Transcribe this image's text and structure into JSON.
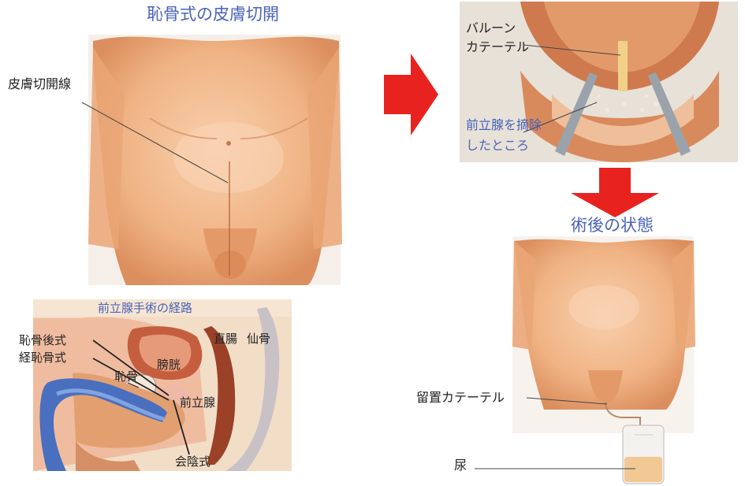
{
  "panels": {
    "incision": {
      "title": "恥骨式の皮膚切開",
      "incision_line_label": "皮膚切開線"
    },
    "surgery": {
      "balloon_catheter_label": [
        "バルーン",
        "カテーテル"
      ],
      "removed_label": [
        "前立腺を摘除",
        "したところ"
      ]
    },
    "postop": {
      "title": "術後の状態",
      "indwelling_catheter_label": "留置カテーテル",
      "urine_label": "尿"
    },
    "routes": {
      "title": "前立腺手術の経路",
      "labels": {
        "retropubic": "恥骨後式",
        "transpubic": "経恥骨式",
        "pubis": "恥骨",
        "bladder": "膀胱",
        "rectum": "直腸",
        "sacrum": "仙骨",
        "prostate": "前立腺",
        "perineal": "会陰式"
      }
    }
  },
  "colors": {
    "title_blue": "#4a63b8",
    "arrow_red": "#e8231f",
    "skin": "#f0b384",
    "skin_shadow": "#d8895a"
  }
}
